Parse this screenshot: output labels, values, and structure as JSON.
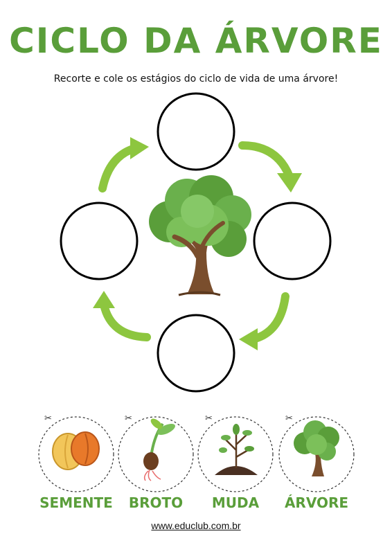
{
  "title": "CICLO DA ÁRVORE",
  "subtitle": "Recorte e cole os estágios do ciclo de vida de uma árvore!",
  "colors": {
    "green": "#5a9e3a",
    "arrow": "#8dc63f",
    "trunk": "#7a4e2d"
  },
  "stages": [
    {
      "label": "SEMENTE",
      "icon": "seed-icon"
    },
    {
      "label": "BROTO",
      "icon": "sprout-icon"
    },
    {
      "label": "MUDA",
      "icon": "seedling-icon"
    },
    {
      "label": "ÁRVORE",
      "icon": "tree-icon"
    }
  ],
  "footer": "www.educlub.com.br"
}
